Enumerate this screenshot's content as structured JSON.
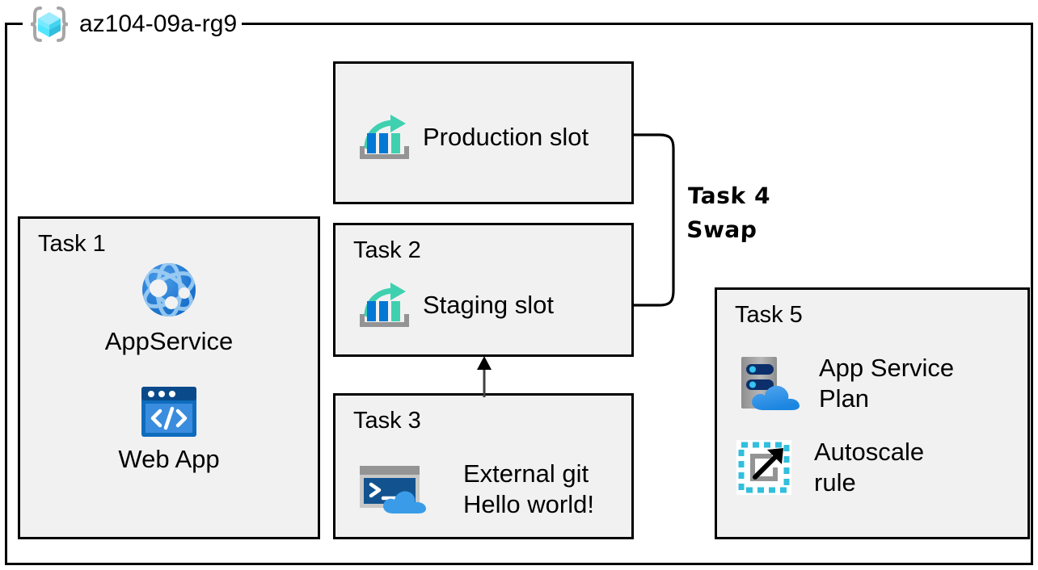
{
  "diagram": {
    "resource_group": {
      "title": "az104-09a-rg9",
      "icon": "resource-group-cube-icon"
    },
    "boxes": {
      "production": {
        "row_label": "Production  slot",
        "icon": "deployment-slot-icon"
      },
      "task1": {
        "label": "Task 1",
        "items": [
          {
            "icon": "app-service-globe-icon",
            "label": "AppService"
          },
          {
            "icon": "web-app-browser-code-icon",
            "label": "Web App"
          }
        ]
      },
      "task2": {
        "label": "Task 2",
        "row_label": "Staging slot",
        "icon": "deployment-slot-icon"
      },
      "task3": {
        "label": "Task 3",
        "row_label": "External git\nHello world!",
        "icon": "cloud-shell-terminal-icon"
      },
      "task5": {
        "label": "Task 5",
        "items": [
          {
            "icon": "app-service-plan-server-cloud-icon",
            "label": "App Service\nPlan"
          },
          {
            "icon": "autoscale-rule-icon",
            "label": "Autoscale\nrule"
          }
        ]
      }
    },
    "connectors": {
      "swap": {
        "label": "Task 4\nSwap",
        "name": "swap-bracket-connector"
      },
      "deploy_arrow": {
        "name": "task3-to-task2-arrow"
      }
    },
    "colors": {
      "box_fill": "#f1f1f1",
      "stroke": "#000000",
      "azure_blue": "#0078d4",
      "azure_teal": "#3fd0b0",
      "cube_cyan": "#50e6ff",
      "bracket_gray": "#a0a0a0"
    }
  }
}
